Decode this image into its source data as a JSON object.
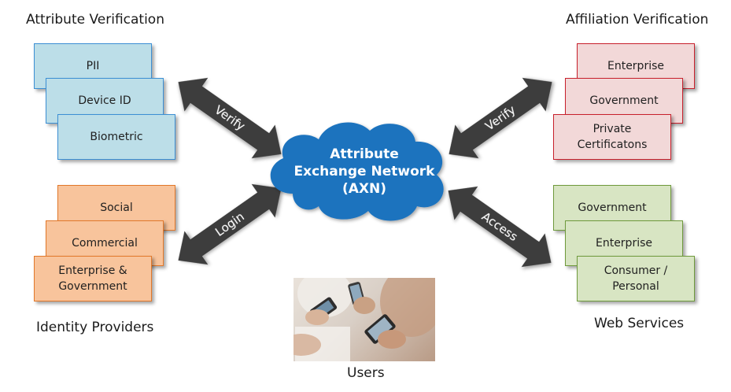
{
  "groups": {
    "attribute_verification": {
      "title": "Attribute Verification",
      "items": [
        "PII",
        "Device ID",
        "Biometric"
      ],
      "color": "#bcdee8"
    },
    "affiliation_verification": {
      "title": "Affiliation Verification",
      "items": [
        "Enterprise",
        "Government",
        "Private\nCertificatons"
      ],
      "color": "#f2d8d8"
    },
    "identity_providers": {
      "title": "Identity Providers",
      "items": [
        "Social",
        "Commercial",
        "Enterprise &\nGovernment"
      ],
      "color": "#f8c49c"
    },
    "web_services": {
      "title": "Web Services",
      "items": [
        "Government",
        "Enterprise",
        "Consumer /\nPersonal"
      ],
      "color": "#d8e5c3"
    }
  },
  "arrows": {
    "top_left": "Verify",
    "top_right": "Verify",
    "bottom_left": "Login",
    "bottom_right": "Access"
  },
  "center": {
    "lines": [
      "Attribute",
      "Exchange Network",
      "(AXN)"
    ],
    "color": "#1e73be"
  },
  "users": {
    "label": "Users"
  }
}
